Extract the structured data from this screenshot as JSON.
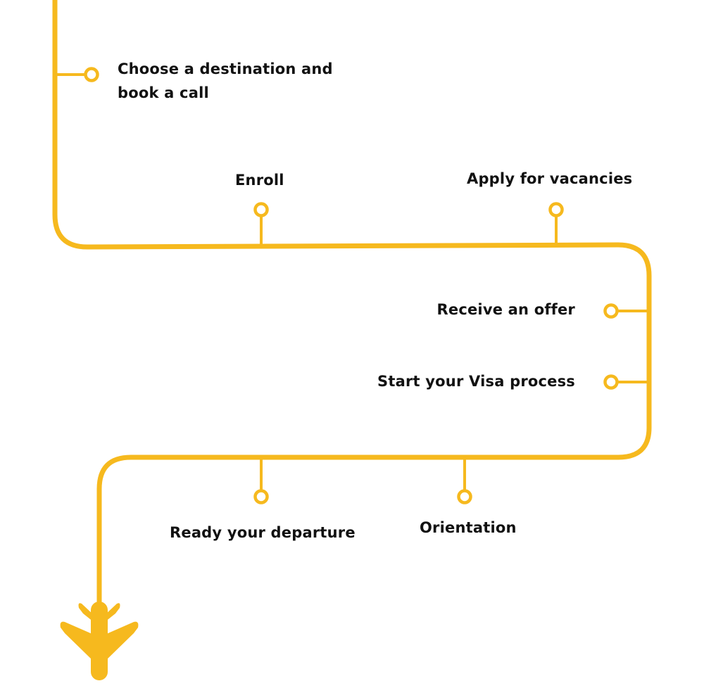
{
  "diagram": {
    "type": "journey-roadmap",
    "accent_color": "#F6B91E",
    "text_color": "#111111",
    "end_icon": "airplane-icon",
    "steps": [
      {
        "label": "Choose a destination and book a call",
        "lines": [
          "Choose a destination and",
          "book a call"
        ]
      },
      {
        "label": "Enroll",
        "lines": [
          "Enroll"
        ]
      },
      {
        "label": "Apply for vacancies",
        "lines": [
          "Apply for vacancies"
        ]
      },
      {
        "label": "Receive an offer",
        "lines": [
          "Receive an offer"
        ]
      },
      {
        "label": "Start your Visa process",
        "lines": [
          "Start your Visa process"
        ]
      },
      {
        "label": "Ready your departure",
        "lines": [
          "Ready your departure"
        ]
      },
      {
        "label": "Orientation",
        "lines": [
          "Orientation"
        ]
      }
    ]
  }
}
